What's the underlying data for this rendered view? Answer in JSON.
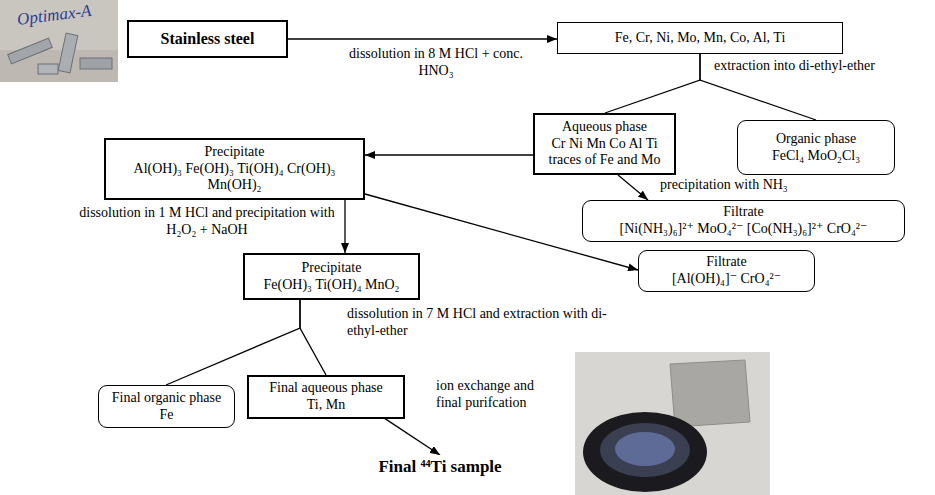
{
  "diagram": {
    "nodes": [
      {
        "text": [
          "Stainless steel"
        ]
      },
      {
        "text": [
          "Fe, Cr, Ni, Mo, Mn, Co, Al, Ti"
        ]
      },
      {
        "text": [
          "Aqueous phase",
          "Cr Ni Mn Co Al Ti traces of Fe and Mo"
        ]
      },
      {
        "text": [
          "Organic phase",
          "FeCl₄ MoO₂Cl₃"
        ]
      },
      {
        "text": [
          "Precipitate",
          "Al(OH)₃ Fe(OH)₃ Ti(OH)₄ Cr(OH)₃ Mn(OH)₂"
        ]
      },
      {
        "text": [
          "Filtrate",
          "[Ni(NH₃)₆]²⁺ MoO₄²⁻ [Co(NH₃)₆]²⁺ CrO₄²⁻"
        ]
      },
      {
        "text": [
          "Precipitate",
          "Fe(OH)₃ Ti(OH)₄ MnO₂"
        ]
      },
      {
        "text": [
          "Filtrate",
          "[Al(OH)₄]⁻ CrO₄²⁻"
        ]
      },
      {
        "text": [
          "Final organic phase",
          "Fe"
        ]
      },
      {
        "text": [
          "Final aqueous phase",
          "Ti, Mn"
        ]
      },
      {
        "text": [
          "Final ⁴⁴Ti sample"
        ]
      }
    ],
    "edges": [
      {
        "from": 0,
        "to": 1,
        "arrow": "to",
        "label": "dissolution in 8 M HCl + conc. HNO₃"
      },
      {
        "from": 1,
        "to": 2,
        "arrow": "none"
      },
      {
        "from": 1,
        "to": 3,
        "arrow": "none",
        "label": "extraction into di-ethyl-ether"
      },
      {
        "from": 2,
        "to": 4,
        "arrow": "to"
      },
      {
        "from": 2,
        "to": 5,
        "arrow": "to",
        "label": "precipitation with NH₃"
      },
      {
        "from": 4,
        "to": 6,
        "arrow": "to",
        "label": "dissolution in 1 M HCl and precipitation with H₂O₂ + NaOH"
      },
      {
        "from": 4,
        "to": 7,
        "arrow": "to"
      },
      {
        "from": 6,
        "to": 8,
        "arrow": "none"
      },
      {
        "from": 6,
        "to": 9,
        "arrow": "none",
        "label": "dissolution in 7 M HCl and extraction with di-ethyl-ether"
      },
      {
        "from": 9,
        "to": 10,
        "arrow": "to",
        "label": "ion exchange and final purifcation"
      }
    ],
    "labels": [
      "Optimax-A"
    ]
  }
}
